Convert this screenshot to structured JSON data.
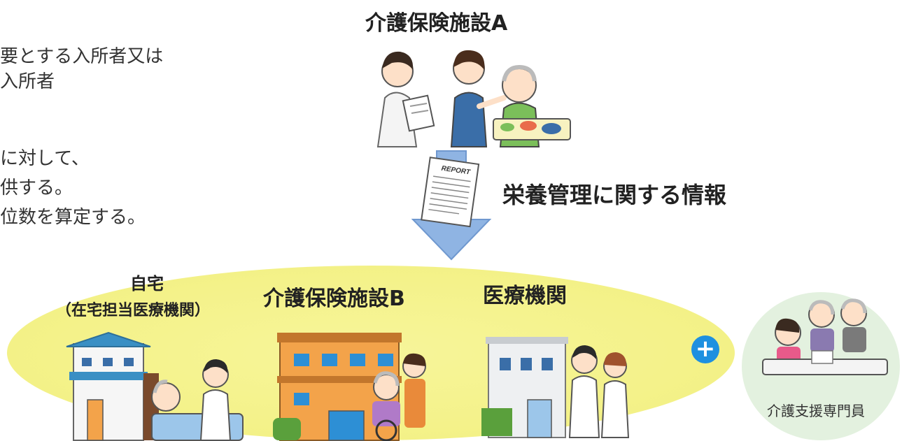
{
  "left_text": {
    "line1": "要とする入所者又は",
    "line2": "入所者",
    "line3": "に対して、",
    "line4": "供する。",
    "line5": "位数を算定する。"
  },
  "facility_a": {
    "title": "介護保険施設A"
  },
  "report": {
    "doc_label": "REPORT",
    "caption": "栄養管理に関する情報"
  },
  "destinations": {
    "home_title": "自宅",
    "home_subtitle": "（在宅担当医療機関）",
    "facility_b_title": "介護保険施設B",
    "hospital_title": "医療機関"
  },
  "care_manager": {
    "plus_symbol": "+",
    "label": "介護支援専門員"
  },
  "colors": {
    "arrow_blue": "#8fb4e3",
    "ellipse_yellow": "#f4f28a",
    "circle_green": "#e3f1df",
    "plus_blue": "#1e90e0"
  }
}
